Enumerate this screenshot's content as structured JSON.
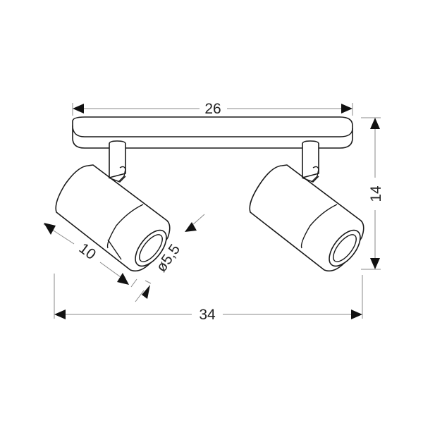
{
  "drawing": {
    "subject": "Two-spot ceiling lamp technical dimension drawing",
    "colors": {
      "line": "#1a1a1a",
      "dimension_line": "#8a8a8a",
      "background": "#ffffff"
    },
    "dimensions": {
      "base_width": "26",
      "total_height": "14",
      "total_width": "34",
      "spot_length": "10",
      "spot_diameter": "ø5,5"
    }
  }
}
